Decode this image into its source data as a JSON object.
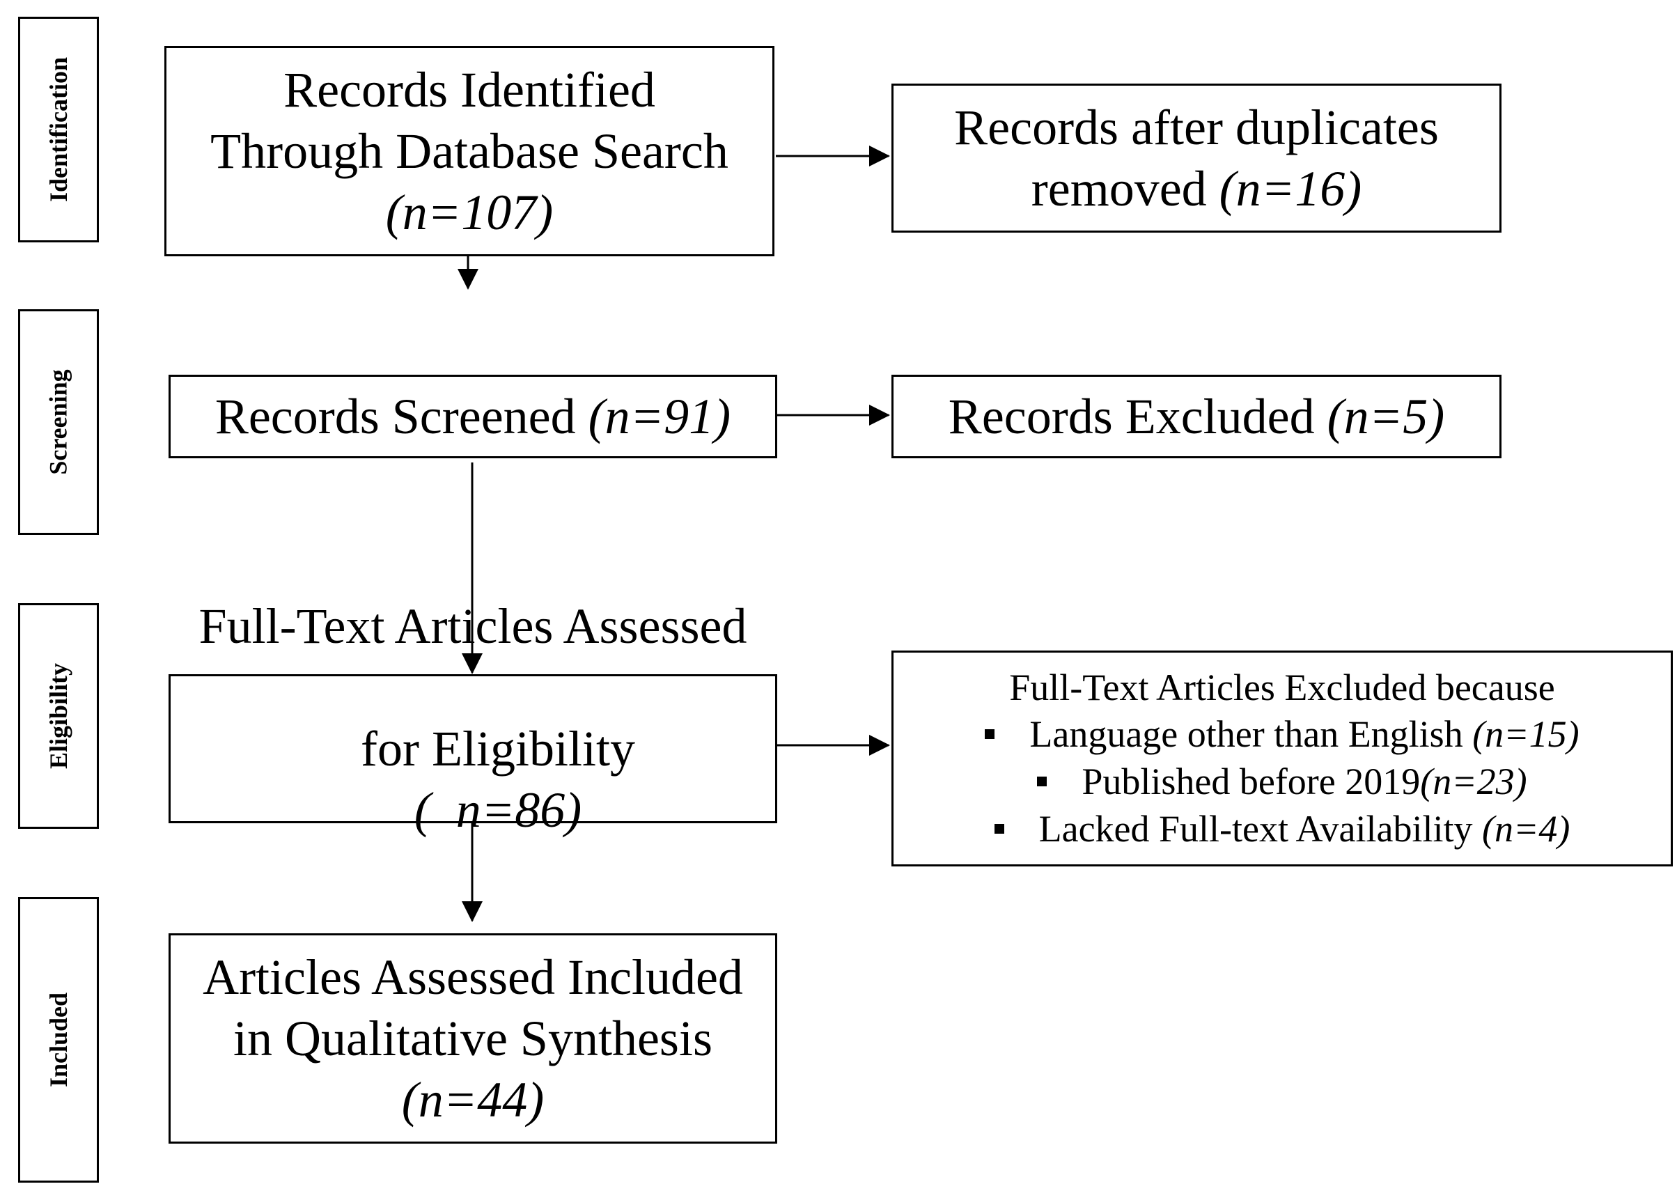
{
  "stages": {
    "identification": "Identification",
    "screening": "Screening",
    "eligibility": "Eligibility",
    "included": "Included"
  },
  "boxes": {
    "identified": {
      "line1": "Records Identified",
      "line2": "Through Database Search",
      "count": "(n=107)"
    },
    "dedup": {
      "line1": "Records after duplicates",
      "line2": "removed",
      "count": "(n=16)"
    },
    "screened": {
      "text": "Records Screened",
      "count": "(n=91)"
    },
    "excluded": {
      "text": "Records Excluded",
      "count": "(n=5)"
    },
    "fulltext": {
      "line1": "Full-Text Articles Assessed",
      "line2": "for Eligibility",
      "count": "(  n=86)"
    },
    "fulltext_excluded": {
      "title": "Full-Text Articles Excluded because",
      "reasons": [
        {
          "text": "Language other than English",
          "count": "(n=15)"
        },
        {
          "text": "Published before 2019",
          "count": "(n=23)"
        },
        {
          "text": "Lacked Full-text Availability",
          "count": "(n=4)"
        }
      ]
    },
    "included": {
      "line1": "Articles Assessed Included",
      "line2": "in Qualitative Synthesis",
      "count": "(n=44)"
    }
  }
}
